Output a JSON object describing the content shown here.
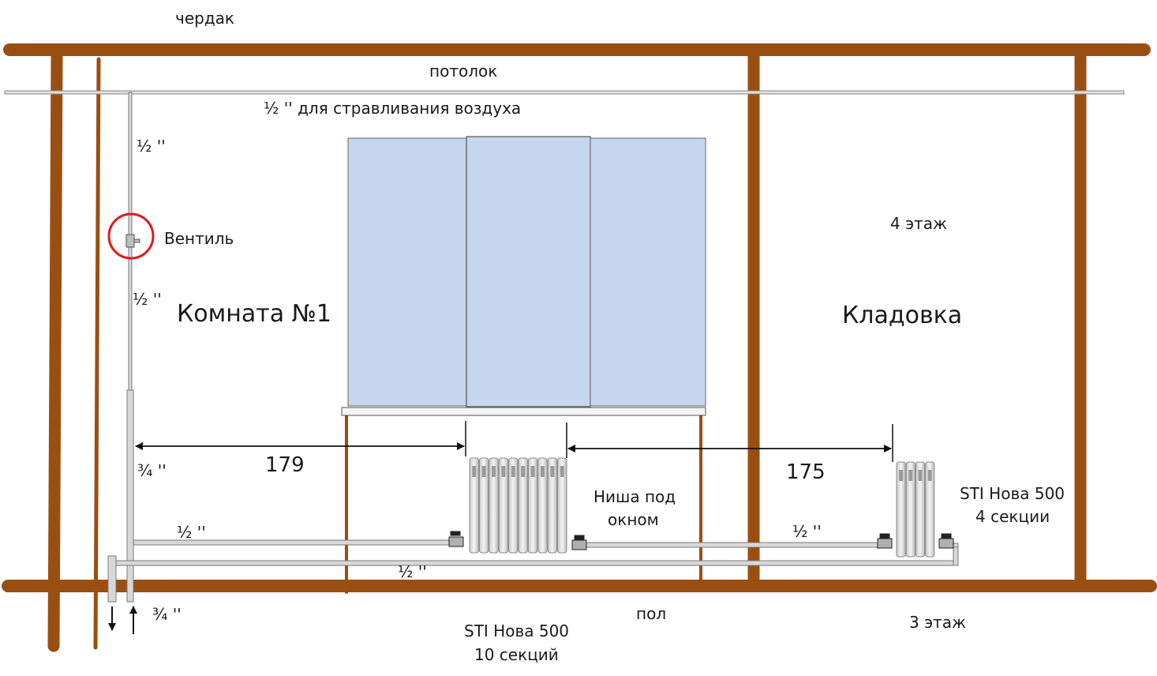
{
  "labels": {
    "attic": "чердак",
    "ceiling": "потолок",
    "air_vent": "½ '' для стравливания воздуха",
    "pipe_top": "½ ''",
    "valve": "Вентиль",
    "pipe_mid": "½ ''",
    "room1": "Комната №1",
    "storage": "Кладовка",
    "floor4": "4 этаж",
    "dim_left": "179",
    "dim_right": "175",
    "riser_three_quarter": "¾ ''",
    "supply_left": "½ ''",
    "supply_right": "½ ''",
    "return_pipe": "½ ''",
    "riser_bottom": "¾ ''",
    "niche_line1": "Ниша под",
    "niche_line2": "окном",
    "rad_small_line1": "STI Нова 500",
    "rad_small_line2": "4 секции",
    "floor": "пол",
    "floor3": "3 этаж",
    "rad_big_line1": "STI Нова 500",
    "rad_big_line2": "10 секций"
  },
  "colors": {
    "beam": "#9a4f12",
    "pipe": "#d6d6d6",
    "pipe_stroke": "#7a7a7a",
    "window": "#c5d6ee",
    "valve_circle": "#e01b1b"
  }
}
